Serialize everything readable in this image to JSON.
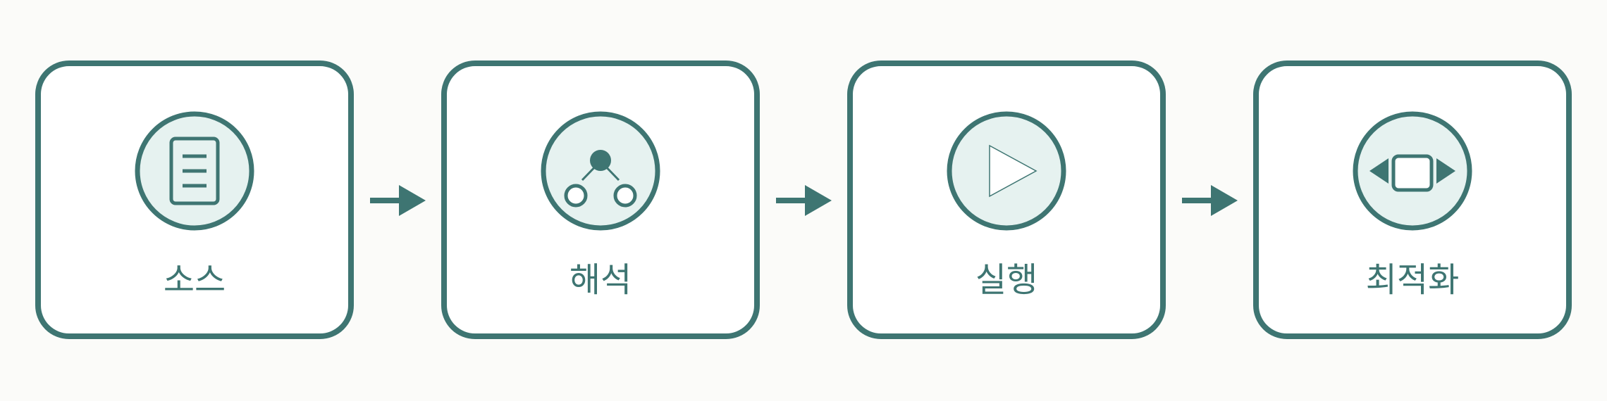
{
  "colors": {
    "primary": "#3e7572",
    "icon_fill": "#e6f2f0",
    "box_fill": "#ffffff",
    "background": "#fbfbf9"
  },
  "steps": [
    {
      "label": "소스",
      "icon": "document-icon"
    },
    {
      "label": "해석",
      "icon": "tree-icon"
    },
    {
      "label": "실행",
      "icon": "play-icon"
    },
    {
      "label": "최적화",
      "icon": "expand-icon"
    }
  ]
}
